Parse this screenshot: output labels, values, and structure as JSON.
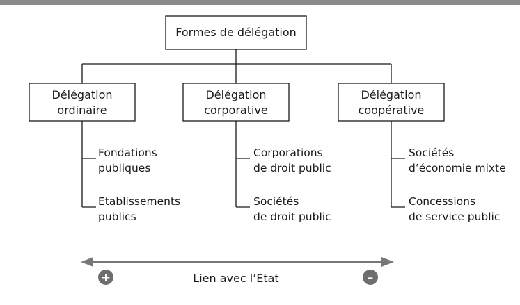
{
  "colors": {
    "top_bar": "#8a8a8a",
    "lines": "#1a1a1a",
    "arrow": "#777777",
    "circle": "#6e6e6e",
    "circle_text": "#ffffff"
  },
  "root": {
    "label": "Formes de délégation"
  },
  "categories": [
    {
      "line1": "Délégation",
      "line2": "ordinaire",
      "items": [
        {
          "line1": "Fondations",
          "line2": "publiques"
        },
        {
          "line1": "Etablissements",
          "line2": "publics"
        }
      ]
    },
    {
      "line1": "Délégation",
      "line2": "corporative",
      "items": [
        {
          "line1": "Corporations",
          "line2": "de droit public"
        },
        {
          "line1": "Sociétés",
          "line2": "de droit public"
        }
      ]
    },
    {
      "line1": "Délégation",
      "line2": "coopérative",
      "items": [
        {
          "line1": "Sociétés",
          "line2": "d’économie mixte"
        },
        {
          "line1": "Concessions",
          "line2": "de service public"
        }
      ]
    }
  ],
  "scale": {
    "label": "Lien avec l’Etat",
    "plus_symbol": "+",
    "minus_symbol": "–",
    "plus_icon": "plus-circle-icon",
    "minus_icon": "minus-circle-icon"
  }
}
